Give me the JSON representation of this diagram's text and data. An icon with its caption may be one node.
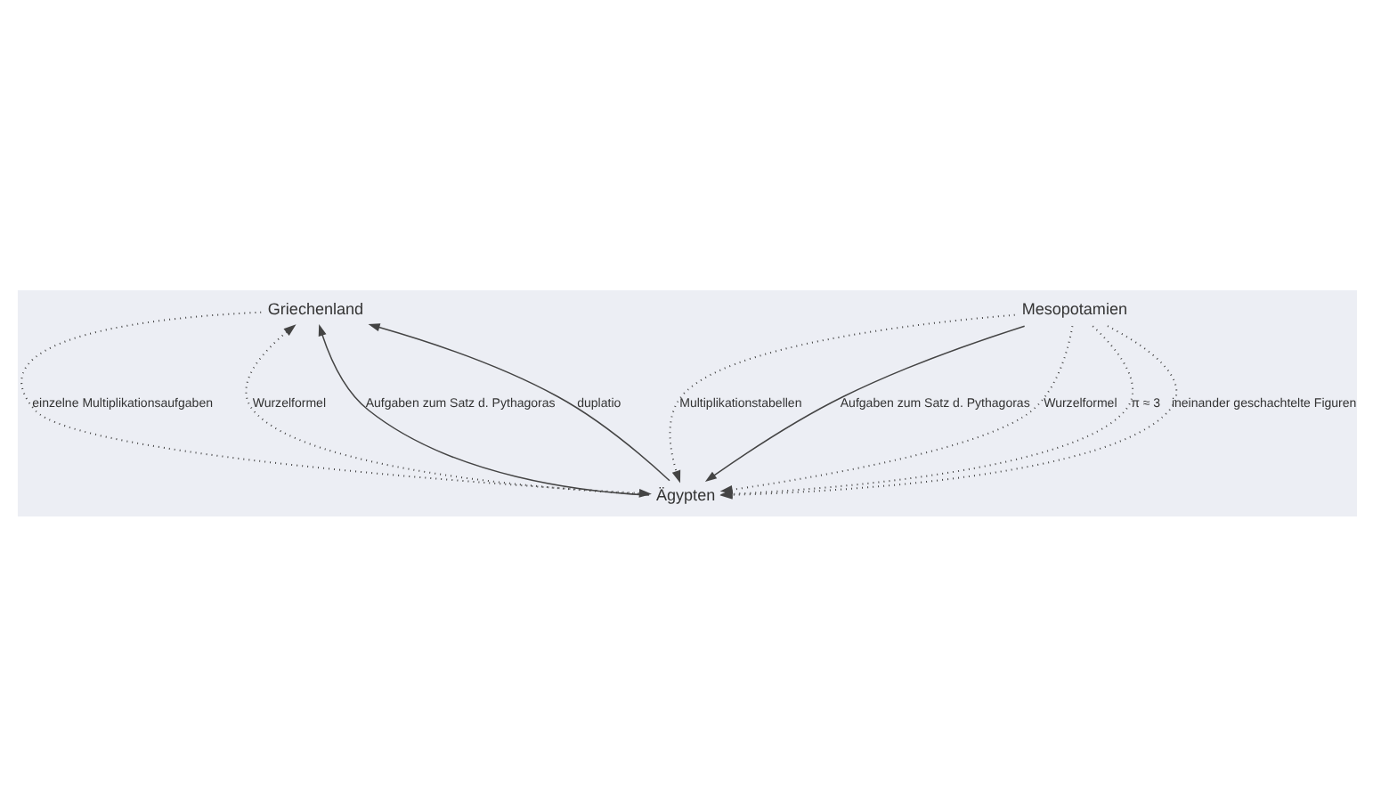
{
  "diagram": {
    "nodes": [
      {
        "text": [
          "Griechenland"
        ]
      },
      {
        "text": [
          "Mesopotamien"
        ]
      },
      {
        "text": [
          "Ägypten"
        ]
      }
    ],
    "edges": [
      {
        "from": 0,
        "to": 2,
        "arrow": "to",
        "label": "einzelne Multiplikationsaufgaben",
        "style": "dashed"
      },
      {
        "from": 2,
        "to": 0,
        "arrow": "to",
        "label": "Wurzelformel",
        "style": "dashed"
      },
      {
        "from": 2,
        "to": 0,
        "arrow": "to",
        "label": "Aufgaben zum Satz d. Pythagoras"
      },
      {
        "from": 2,
        "to": 0,
        "arrow": "to",
        "label": "duplatio"
      },
      {
        "from": 1,
        "to": 2,
        "arrow": "to",
        "label": "Multiplikationstabellen",
        "style": "dashed"
      },
      {
        "from": 1,
        "to": 2,
        "arrow": "to",
        "label": "Aufgaben zum Satz d. Pythagoras"
      },
      {
        "from": 1,
        "to": 2,
        "arrow": "to",
        "label": "Wurzelformel",
        "style": "dashed"
      },
      {
        "from": 1,
        "to": 2,
        "arrow": "to",
        "label": "π ≈ 3",
        "style": "dashed"
      },
      {
        "from": 1,
        "to": 2,
        "arrow": "to",
        "label": "ineinander geschachtelte Figuren",
        "style": "dashed"
      }
    ]
  }
}
